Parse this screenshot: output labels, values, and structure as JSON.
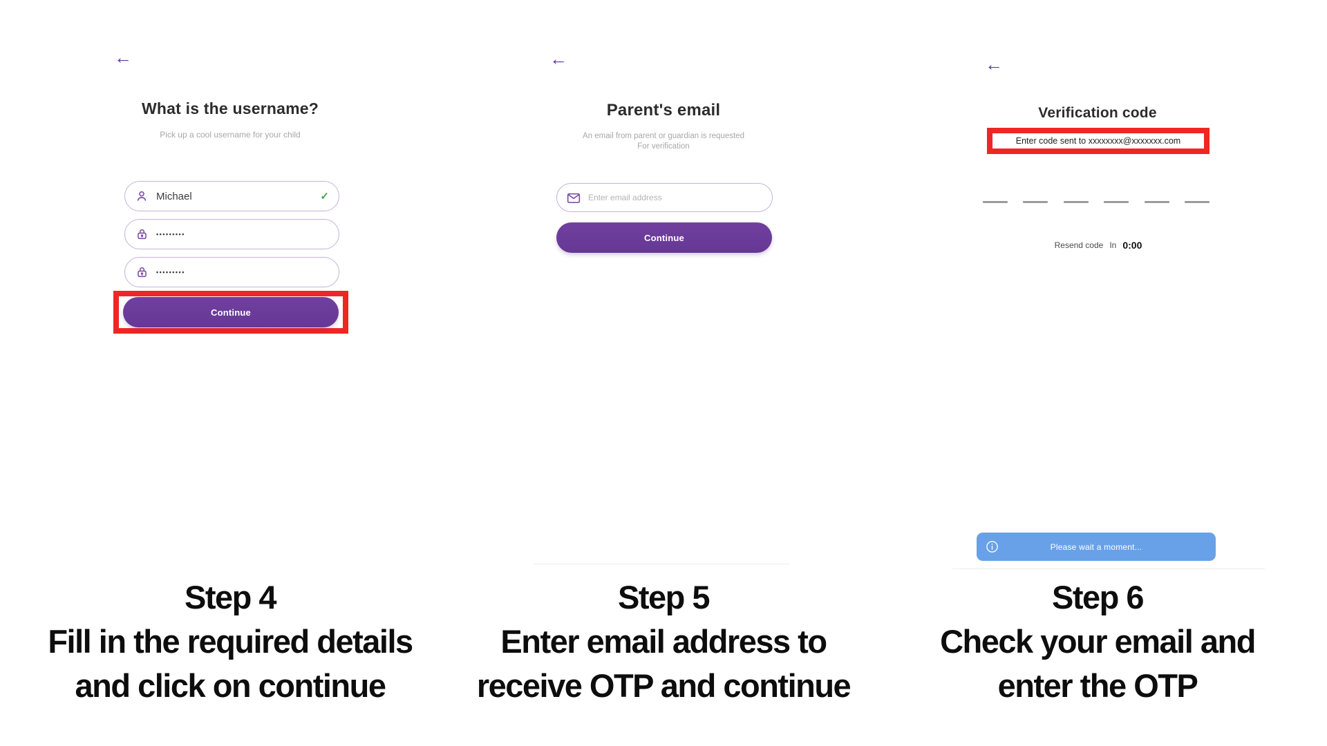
{
  "colors": {
    "accent_purple": "#6b3a9e",
    "arrow_purple": "#5b35a3",
    "field_border": "#c4b3d5",
    "icon_purple": "#7e4fa8",
    "check_green": "#43a047",
    "highlight_red": "#ee2722",
    "toast_blue": "#68a1e8",
    "caption_black": "#0d0d0d",
    "subtitle_gray": "#a7a7a7"
  },
  "panels": [
    {
      "back_icon": "←",
      "title": "What is the username?",
      "subtitle": "Pick up a cool username for your child",
      "fields": [
        {
          "icon": "user-icon",
          "value": "Michael",
          "trailing": "✓"
        },
        {
          "icon": "lock-icon",
          "value": "•••••••••"
        },
        {
          "icon": "lock-icon",
          "value": "•••••••••"
        }
      ],
      "button_label": "Continue",
      "caption": {
        "step": "Step 4",
        "line1": "Fill in the required details",
        "line2": "and click on continue"
      }
    },
    {
      "back_icon": "←",
      "title": "Parent's email",
      "subtitle_line1": "An email from parent or guardian is requested",
      "subtitle_line2": "For verification",
      "input_placeholder": "Enter email address",
      "button_label": "Continue",
      "caption": {
        "step": "Step 5",
        "line1": "Enter email address to",
        "line2": "receive OTP and continue"
      }
    },
    {
      "back_icon": "←",
      "title": "Verification code",
      "highlight_text": "Enter code sent to xxxxxxxx@xxxxxxx.com",
      "otp_slots": 6,
      "resend": {
        "label": "Resend code",
        "in_label": "In",
        "timer": "0:00"
      },
      "toast_text": "Please wait a moment...",
      "caption": {
        "step": "Step 6",
        "line1": "Check your email and",
        "line2": "enter the OTP"
      }
    }
  ]
}
